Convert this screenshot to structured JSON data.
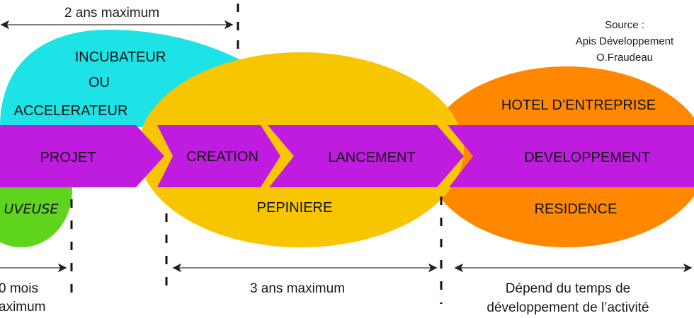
{
  "colors": {
    "incubateur": "#1ee3e6",
    "pepiniere": "#f7c600",
    "hotel": "#ff8800",
    "couveuse": "#5fd41c",
    "arrow": "#bf1ce0",
    "text": "#111111",
    "timeline": "#555555"
  },
  "source": {
    "line1": "Source :",
    "line2": "Apis Développement",
    "line3": "O.Fraudeau"
  },
  "structures": {
    "incubateur_line1": "INCUBATEUR",
    "incubateur_line2": "OU",
    "incubateur_line3": "ACCELERATEUR",
    "pepiniere": "PEPINIERE",
    "hotel": "HOTEL D’ENTREPRISE",
    "residence": "RESIDENCE",
    "couveuse": "COUVEUSE",
    "couveuse_visible": "UVEUSE"
  },
  "phases": [
    {
      "label": "PROJET"
    },
    {
      "label": "CREATION"
    },
    {
      "label": "LANCEMENT"
    },
    {
      "label": "DEVELOPPEMENT"
    }
  ],
  "durations": {
    "incubateur": "2 ans maximum",
    "couveuse_line1": "0 mois",
    "couveuse_line2": "aximum",
    "pepiniere": "3 ans maximum",
    "hotel_line1": "Dépend du temps de",
    "hotel_line2": "développement de l’activité"
  }
}
